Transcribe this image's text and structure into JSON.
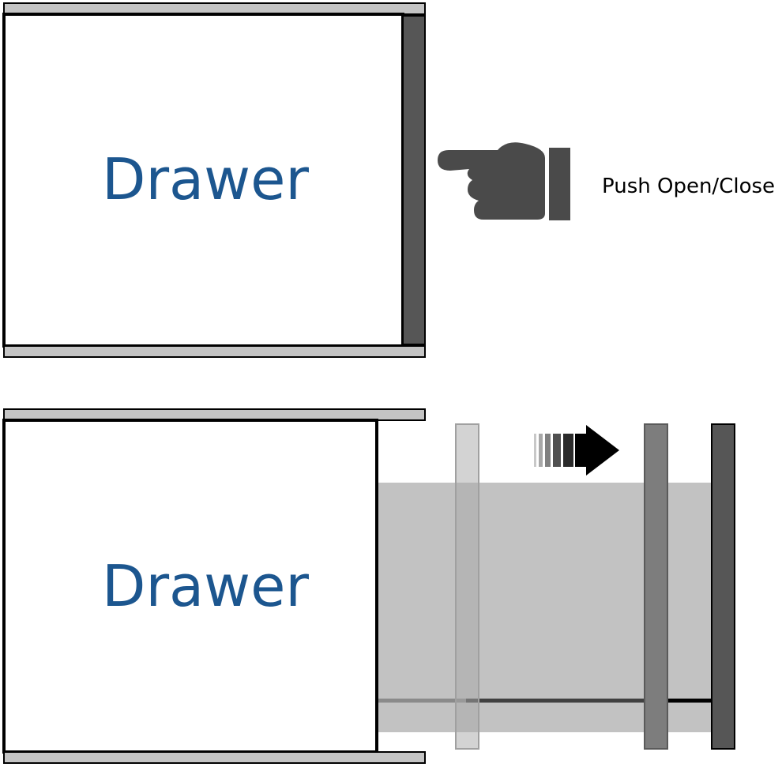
{
  "diagram": {
    "top_drawer_label": "Drawer",
    "bottom_drawer_label": "Drawer",
    "push_label": "Push Open/Close",
    "colors": {
      "label_blue": "#1c568f",
      "rail": "#c4c4c4",
      "front_panel": "#565656",
      "hand": "#4a4a4a",
      "extension_fill": "#c2c2c2",
      "outline": "#000000"
    },
    "icons": [
      "pointing-hand-icon",
      "motion-arrow-icon"
    ]
  }
}
